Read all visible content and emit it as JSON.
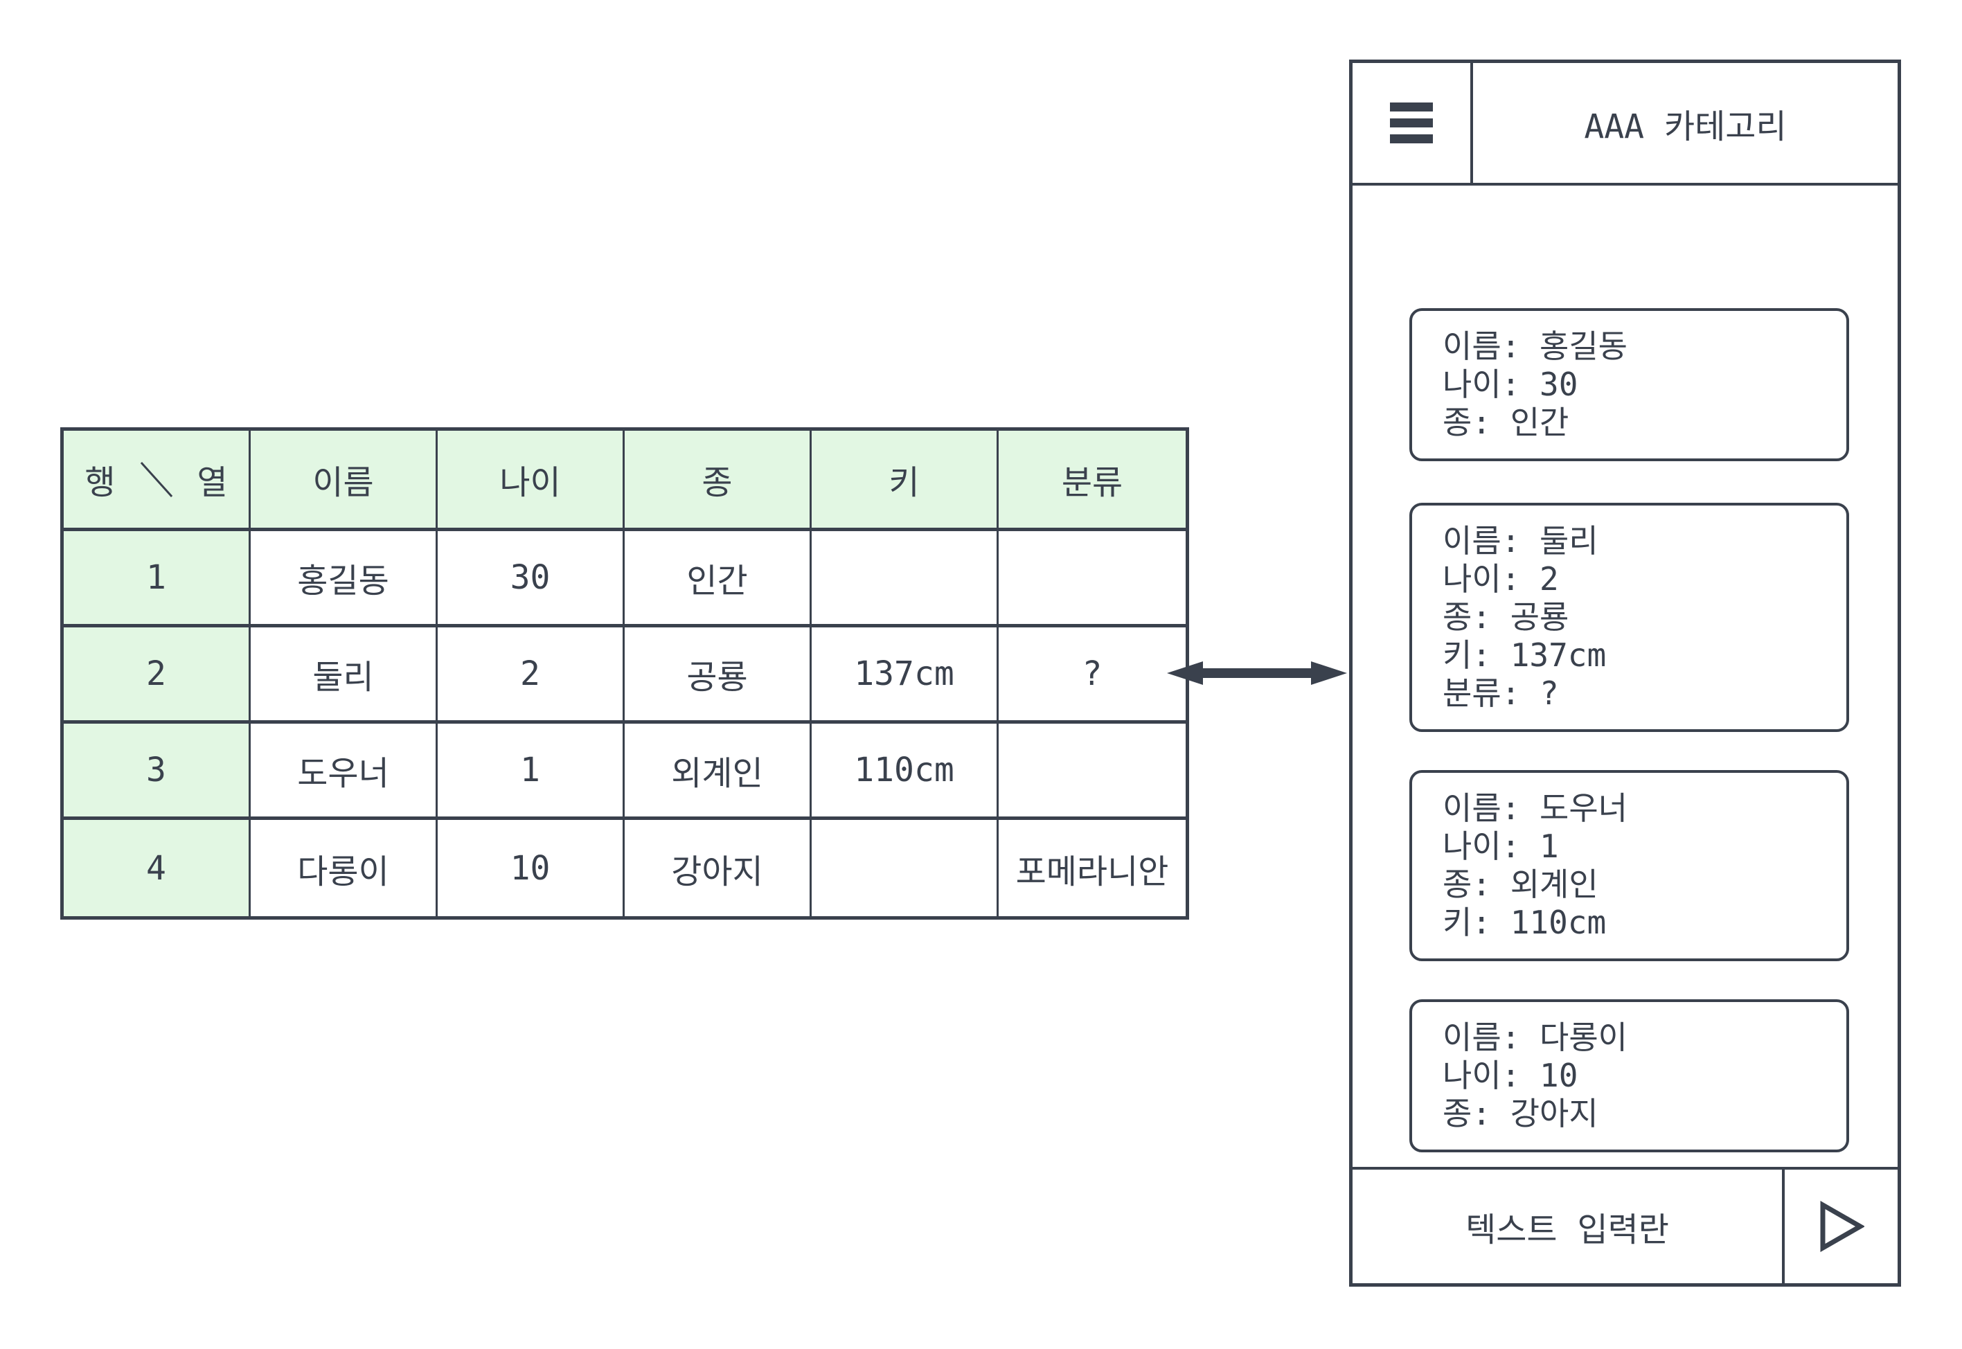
{
  "colors": {
    "ink": "#3a414d",
    "header_green": "#e2f7e3"
  },
  "table": {
    "corner": {
      "row_label": "행",
      "col_label": "열"
    },
    "columns": [
      "이름",
      "나이",
      "종",
      "키",
      "분류"
    ],
    "rows": [
      {
        "num": "1",
        "cells": [
          "홍길동",
          "30",
          "인간",
          "",
          ""
        ]
      },
      {
        "num": "2",
        "cells": [
          "둘리",
          "2",
          "공룡",
          "137cm",
          "?"
        ]
      },
      {
        "num": "3",
        "cells": [
          "도우너",
          "1",
          "외계인",
          "110cm",
          ""
        ]
      },
      {
        "num": "4",
        "cells": [
          "다롱이",
          "10",
          "강아지",
          "",
          "포메라니안"
        ]
      }
    ]
  },
  "arrow": {
    "icon": "double-headed-arrow"
  },
  "phone": {
    "menu_icon": "hamburger-menu",
    "title": "AAA 카테고리",
    "cards": [
      {
        "lines": [
          "이름: 홍길동",
          "나이: 30",
          "종: 인간"
        ]
      },
      {
        "lines": [
          "이름: 둘리",
          "나이: 2",
          "종: 공룡",
          "키: 137cm",
          "분류: ?"
        ]
      },
      {
        "lines": [
          "이름: 도우너",
          "나이: 1",
          "종: 외계인",
          "키: 110cm"
        ]
      },
      {
        "lines": [
          "이름: 다롱이",
          "나이: 10",
          "종: 강아지"
        ]
      }
    ],
    "input_placeholder": "텍스트 입력란",
    "send_icon": "send-triangle"
  }
}
